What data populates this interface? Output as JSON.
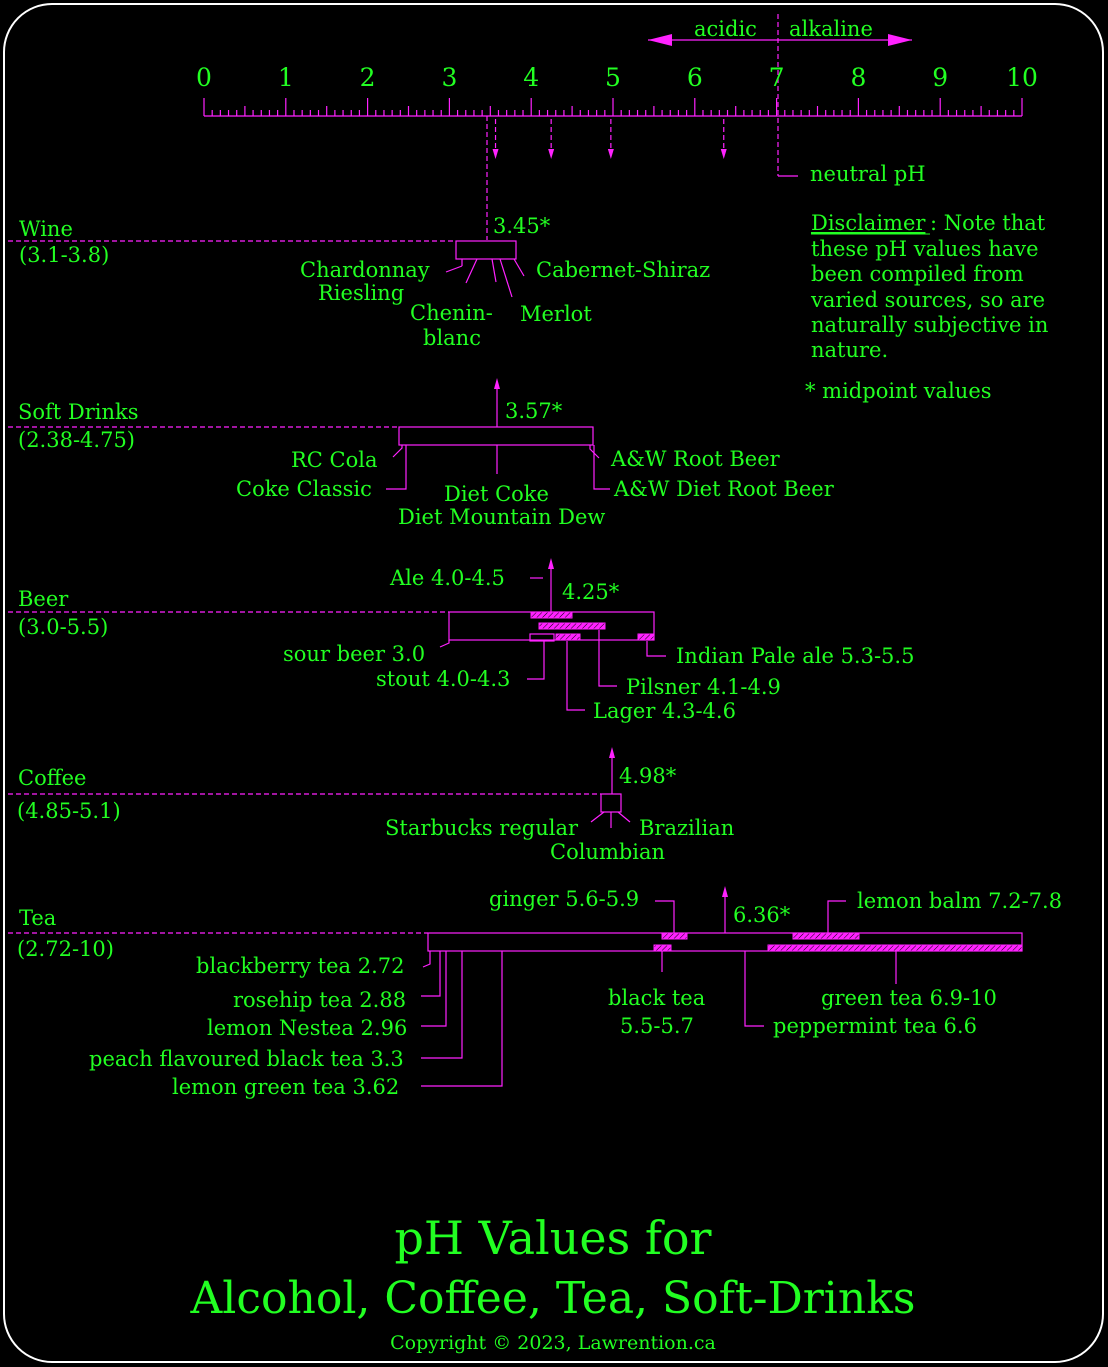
{
  "colors": {
    "text": "#22ff22",
    "line": "#ff22ff",
    "background": "#000000",
    "border": "#ffffff"
  },
  "scale": {
    "ticks": [
      "0",
      "1",
      "2",
      "3",
      "4",
      "5",
      "6",
      "7",
      "8",
      "9",
      "10"
    ],
    "acidic_label": "acidic",
    "alkaline_label": "alkaline",
    "neutral_label": "neutral pH",
    "neutral_value": 7,
    "arrow_values": [
      3.57,
      4.25,
      4.98,
      6.36
    ]
  },
  "disclaimer": {
    "lead": "Disclaimer",
    "lines": [
      ": Note that",
      "these pH values have",
      "been compiled from",
      "varied sources, so are",
      "naturally subjective in",
      "nature."
    ],
    "footnote": "* midpoint values"
  },
  "groups": [
    {
      "name": "Wine",
      "range": "(3.1-3.8)",
      "midpoint": "3.45*",
      "midpoint_value": 3.45,
      "items": [
        "Chardonnay",
        "Riesling",
        "Chenin-",
        "blanc",
        "Merlot",
        "Cabernet-Shiraz"
      ]
    },
    {
      "name": "Soft Drinks",
      "range": "(2.38-4.75)",
      "midpoint": "3.57*",
      "midpoint_value": 3.57,
      "items": [
        "RC Cola",
        "Coke Classic",
        "Diet Coke",
        "Diet Mountain Dew",
        "A&W Root Beer",
        "A&W Diet Root Beer"
      ]
    },
    {
      "name": "Beer",
      "range": "(3.0-5.5)",
      "midpoint": "4.25*",
      "midpoint_value": 4.25,
      "items": [
        "Ale 4.0-4.5",
        "sour beer 3.0",
        "stout 4.0-4.3",
        "Lager 4.3-4.6",
        "Pilsner 4.1-4.9",
        "Indian Pale ale 5.3-5.5"
      ]
    },
    {
      "name": "Coffee",
      "range": "(4.85-5.1)",
      "midpoint": "4.98*",
      "midpoint_value": 4.98,
      "items": [
        "Starbucks regular",
        "Columbian",
        "Brazilian"
      ]
    },
    {
      "name": "Tea",
      "range": "(2.72-10)",
      "midpoint": "6.36*",
      "midpoint_value": 6.36,
      "items": [
        "ginger 5.6-5.9",
        "lemon balm 7.2-7.8",
        "blackberry tea 2.72",
        "rosehip tea 2.88",
        "lemon Nestea 2.96",
        "peach flavoured black tea 3.3",
        "lemon  green tea 3.62",
        "black tea",
        "5.5-5.7",
        "green tea 6.9-10",
        "peppermint  tea 6.6"
      ]
    }
  ],
  "title": {
    "line1": "pH Values for",
    "line2": "Alcohol, Coffee, Tea, Soft-Drinks"
  },
  "copyright": "Copyright ©  2023, Lawrention.ca"
}
